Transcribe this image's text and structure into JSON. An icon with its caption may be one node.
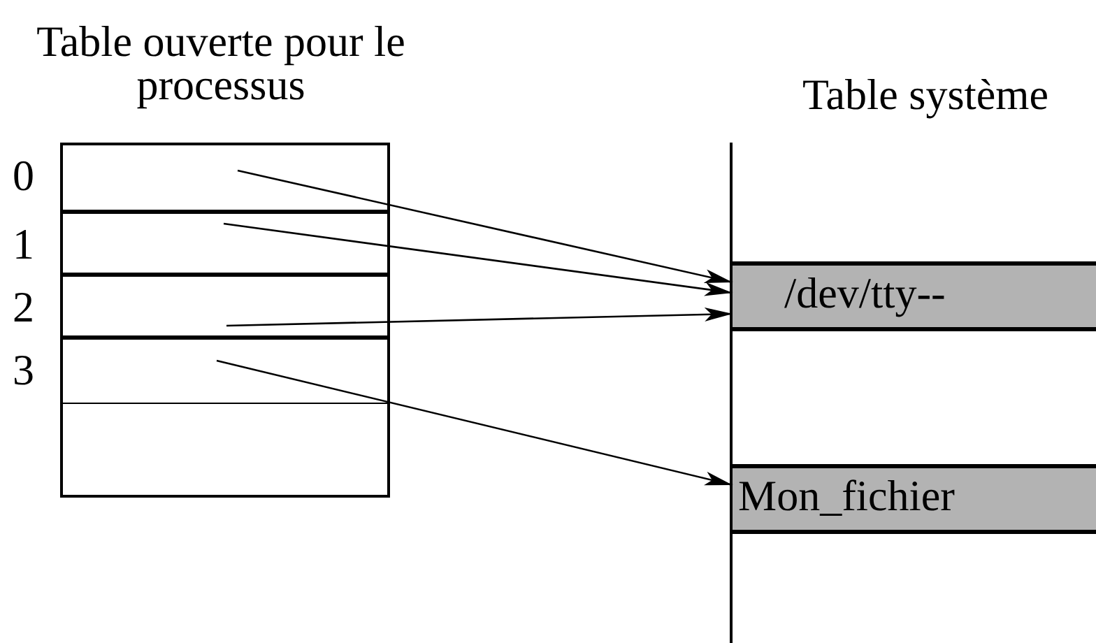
{
  "diagram": {
    "nodes": [
      {
        "text": [
          "Table ouverte pour le processus"
        ]
      },
      {
        "text": [],
        "shape": "box",
        "in": 0,
        "beside": [
          "0"
        ]
      },
      {
        "text": [],
        "shape": "box",
        "in": 0,
        "beside": [
          "1"
        ]
      },
      {
        "text": [],
        "shape": "box",
        "in": 0,
        "beside": [
          "2"
        ]
      },
      {
        "text": [],
        "shape": "box",
        "in": 0,
        "beside": [
          "3"
        ]
      },
      {
        "text": [],
        "shape": "box",
        "in": 0
      },
      {
        "text": [
          "Table système"
        ]
      },
      {
        "text": [
          "/dev/tty--"
        ],
        "in": 6
      },
      {
        "text": [
          "Mon_fichier"
        ],
        "in": 6
      }
    ],
    "edges": [
      {
        "from": 1,
        "to": 7,
        "arrow": "to"
      },
      {
        "from": 2,
        "to": 7,
        "arrow": "to"
      },
      {
        "from": 3,
        "to": 7,
        "arrow": "to"
      },
      {
        "from": 4,
        "to": 8,
        "arrow": "to"
      }
    ]
  }
}
